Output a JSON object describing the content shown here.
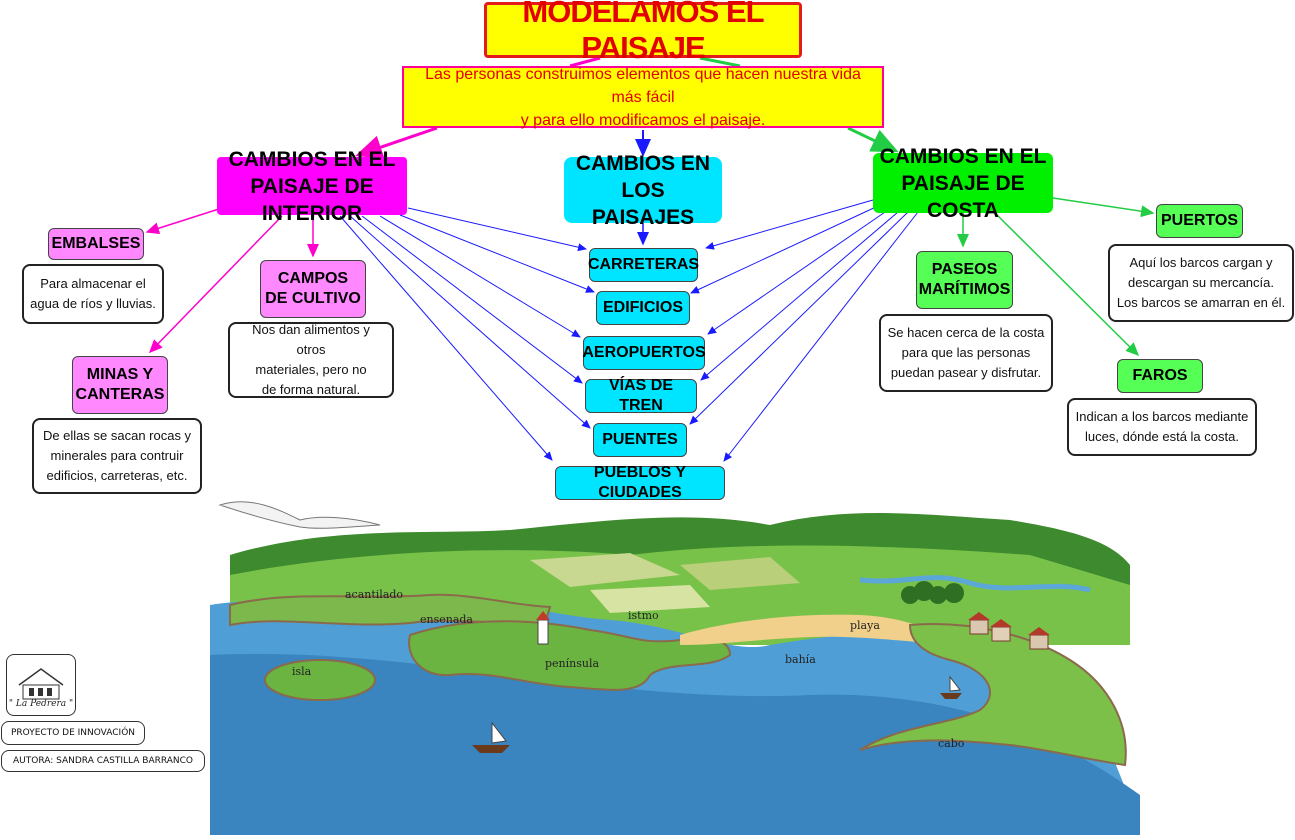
{
  "title": "MODELAMOS EL PAISAJE",
  "intro": {
    "line1": "Las personas construimos elementos que hacen nuestra vida más fácil",
    "line2": "y para ello modificamos el paisaje."
  },
  "interior": {
    "head_line1": "CAMBIOS EN EL",
    "head_line2": "PAISAJE DE INTERIOR",
    "embalses": "EMBALSES",
    "embalses_desc_1": "Para almacenar el",
    "embalses_desc_2": "agua de ríos y lluvias.",
    "campos_1": "CAMPOS",
    "campos_2": "DE CULTIVO",
    "campos_desc_1": "Nos dan alimentos y otros",
    "campos_desc_2": "materiales, pero no",
    "campos_desc_3": "de forma natural.",
    "minas_1": "MINAS Y",
    "minas_2": "CANTERAS",
    "minas_desc_1": "De ellas se sacan rocas y",
    "minas_desc_2": "minerales para contruir",
    "minas_desc_3": "edificios, carreteras, etc."
  },
  "general": {
    "head_line1": "CAMBIOS EN LOS",
    "head_line2": "PAISAJES",
    "items": [
      "CARRETERAS",
      "EDIFICIOS",
      "AEROPUERTOS",
      "VÍAS DE TREN",
      "PUENTES",
      "PUEBLOS Y CIUDADES"
    ]
  },
  "costa": {
    "head_line1": "CAMBIOS EN EL",
    "head_line2": "PAISAJE DE COSTA",
    "puertos": "PUERTOS",
    "puertos_desc_1": "Aquí los barcos cargan y",
    "puertos_desc_2": "descargan su mercancía.",
    "puertos_desc_3": "Los barcos se amarran en él.",
    "paseos_1": "PASEOS",
    "paseos_2": "MARÍTIMOS",
    "paseos_desc_1": "Se hacen cerca de la costa",
    "paseos_desc_2": "para que las personas",
    "paseos_desc_3": "puedan pasear y disfrutar.",
    "faros": "FAROS",
    "faros_desc_1": "Indican a los barcos mediante",
    "faros_desc_2": "luces, dónde está la costa."
  },
  "landscape": {
    "labels": [
      "acantilado",
      "ensenada",
      "istmo",
      "playa",
      "isla",
      "península",
      "bahía",
      "cabo"
    ]
  },
  "footer": {
    "logo_text": "\" La Pedrera \"",
    "project": "PROYECTO DE INNOVACIÓN",
    "author": "AUTORA: SANDRA CASTILLA BARRANCO"
  },
  "colors": {
    "pink": "#ff00ff",
    "cyan": "#00e5ff",
    "green": "#00f000",
    "yellow": "#ffff00",
    "red": "#e30000",
    "blue_arrow": "#1a1aff"
  }
}
